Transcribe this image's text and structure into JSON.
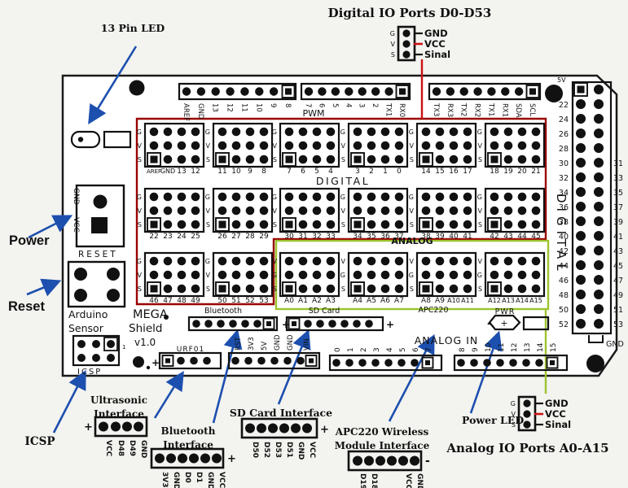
{
  "colors": {
    "board_outline": "#1a1a1a",
    "digital_frame_red": "#9a0000",
    "analog_frame_green": "#9cc42e",
    "callout_blue": "#1c4fae",
    "vcc_red": "#cc1111",
    "text": "#111111"
  },
  "legends": {
    "led13": "13 Pin LED",
    "power": "Power",
    "reset": "Reset",
    "icsp": "ICSP",
    "power_led": "Power LED",
    "digital_io": {
      "title": "Digital IO Ports D0-D53",
      "pins": [
        {
          "key": "G",
          "label": "GND"
        },
        {
          "key": "V",
          "label": "VCC"
        },
        {
          "key": "S",
          "label": "Sinal"
        }
      ]
    },
    "analog_io": {
      "title": "Analog IO Ports A0-A15",
      "pins": [
        {
          "key": "G",
          "label": "GND"
        },
        {
          "key": "V",
          "label": "VCC"
        },
        {
          "key": "S",
          "label": "Sinal"
        }
      ]
    },
    "ultrasonic": {
      "title_lines": [
        "Ultrasonic",
        "Interface"
      ],
      "plus": "+",
      "pins": [
        "VCC",
        "D48",
        "D49",
        "GND"
      ]
    },
    "bluetooth": {
      "title_lines": [
        "Bluetooth",
        "Interface"
      ],
      "plus": "+",
      "pins": [
        "3V3",
        "GND",
        "D0",
        "D1",
        "GND",
        "VCC"
      ]
    },
    "sd_card": {
      "title": "SD Card Interface",
      "plus": "+",
      "pins": [
        "D50",
        "D52",
        "D53",
        "D51",
        "GND",
        "VCC"
      ]
    },
    "apc220": {
      "title_lines": [
        "APC220 Wireless",
        "Module Interface"
      ],
      "minus": "-",
      "pins": [
        "D19",
        "D18",
        "",
        "",
        "VCC",
        "GND"
      ]
    }
  },
  "board": {
    "texts": {
      "pwm": "PWM",
      "digital": "DIGITAL",
      "analog": "ANALOG",
      "analog_in": "ANALOG IN",
      "digital_side": "DIGITAL",
      "mega": "MEGA",
      "shield": "Shield",
      "version": "v1.0",
      "arduino": "Arduino",
      "sensor": "Sensor",
      "reset": "RESET",
      "icsp": "ICSP",
      "icsp_pin1": "1",
      "urf01": "URF01",
      "bluetooth": "Bluetooth",
      "sd_card": "SD Card",
      "apc220": "APC220",
      "pwr": "PWR",
      "five_v": "5V",
      "gnd": "GND",
      "gnd_left": "GND",
      "vcc_left": "VCC",
      "bt_plus": "+",
      "sd_plus": "+",
      "urf_plus": "+",
      "apc_minus": "-",
      "pwr_plus": "+"
    },
    "top_headers": [
      [
        "AREF",
        "GND",
        "13",
        "12",
        "11",
        "10",
        "9",
        "8"
      ],
      [
        "7",
        "6",
        "5",
        "4",
        "3",
        "2",
        "TX1",
        "RX0"
      ],
      [
        "TX3",
        "RX3",
        "TX2",
        "RX2",
        "TX1",
        "RX1",
        "SDA",
        "SCL"
      ]
    ],
    "power_header_pins": [
      "RST",
      "3V3",
      "5V",
      "GND",
      "GND",
      "VIN"
    ],
    "analog_in_pins": [
      [
        "0",
        "1",
        "2",
        "3",
        "4",
        "5",
        "6",
        "7"
      ],
      [
        "8",
        "9",
        "10",
        "11",
        "12",
        "13",
        "14",
        "15"
      ]
    ],
    "right_header": {
      "left_labels": [
        "22",
        "24",
        "26",
        "28",
        "30",
        "32",
        "34",
        "36",
        "38",
        "40",
        "42",
        "44",
        "46",
        "48",
        "50",
        "52"
      ],
      "right_labels": [
        "31",
        "33",
        "35",
        "37",
        "39",
        "41",
        "43",
        "45",
        "47",
        "49",
        "51",
        "53"
      ]
    },
    "pin_rows": [
      [
        {
          "keys": [
            "G",
            "V",
            "S"
          ],
          "labels": [
            "AREF",
            "GND",
            "13",
            "12"
          ]
        },
        {
          "keys": [
            "G",
            "V",
            "S"
          ],
          "labels": [
            "11",
            "10",
            "9",
            "8"
          ]
        },
        {
          "keys": [
            "G",
            "V",
            "S"
          ],
          "labels": [
            "7",
            "6",
            "5",
            "4"
          ]
        },
        {
          "keys": [
            "G",
            "V",
            "S"
          ],
          "labels": [
            "3",
            "2",
            "1",
            "0"
          ]
        },
        {
          "keys": [
            "G",
            "V",
            "S"
          ],
          "labels": [
            "14",
            "15",
            "16",
            "17"
          ]
        },
        {
          "keys": [
            "G",
            "V",
            "S"
          ],
          "labels": [
            "18",
            "19",
            "20",
            "21"
          ]
        }
      ],
      [
        {
          "keys": [
            "G",
            "V",
            "S"
          ],
          "labels": [
            "22",
            "23",
            "24",
            "25"
          ]
        },
        {
          "keys": [
            "G",
            "V",
            "S"
          ],
          "labels": [
            "26",
            "27",
            "28",
            "29"
          ]
        },
        {
          "keys": [
            "G",
            "V",
            "S"
          ],
          "labels": [
            "30",
            "31",
            "32",
            "33"
          ]
        },
        {
          "keys": [
            "G",
            "V",
            "S"
          ],
          "labels": [
            "34",
            "35",
            "36",
            "37"
          ]
        },
        {
          "keys": [
            "G",
            "V",
            "S"
          ],
          "labels": [
            "38",
            "39",
            "40",
            "41"
          ]
        },
        {
          "keys": [
            "G",
            "V",
            "S"
          ],
          "labels": [
            "42",
            "43",
            "44",
            "45"
          ]
        }
      ],
      [
        {
          "keys": [
            "G",
            "V",
            "S"
          ],
          "labels": [
            "46",
            "47",
            "48",
            "49"
          ]
        },
        {
          "keys": [
            "G",
            "V",
            "S"
          ],
          "labels": [
            "50",
            "51",
            "52",
            "53"
          ]
        },
        {
          "keys": [
            "V",
            "G",
            "S"
          ],
          "labels": [
            "A0",
            "A1",
            "A2",
            "A3"
          ]
        },
        {
          "keys": [
            "V",
            "G",
            "S"
          ],
          "labels": [
            "A4",
            "A5",
            "A6",
            "A7"
          ]
        },
        {
          "keys": [
            "V",
            "G",
            "S"
          ],
          "labels": [
            "A8",
            "A9",
            "A10",
            "A11"
          ]
        },
        {
          "keys": [
            "V",
            "G",
            "S"
          ],
          "labels": [
            "A12",
            "A13",
            "A14",
            "A15"
          ]
        }
      ]
    ]
  }
}
